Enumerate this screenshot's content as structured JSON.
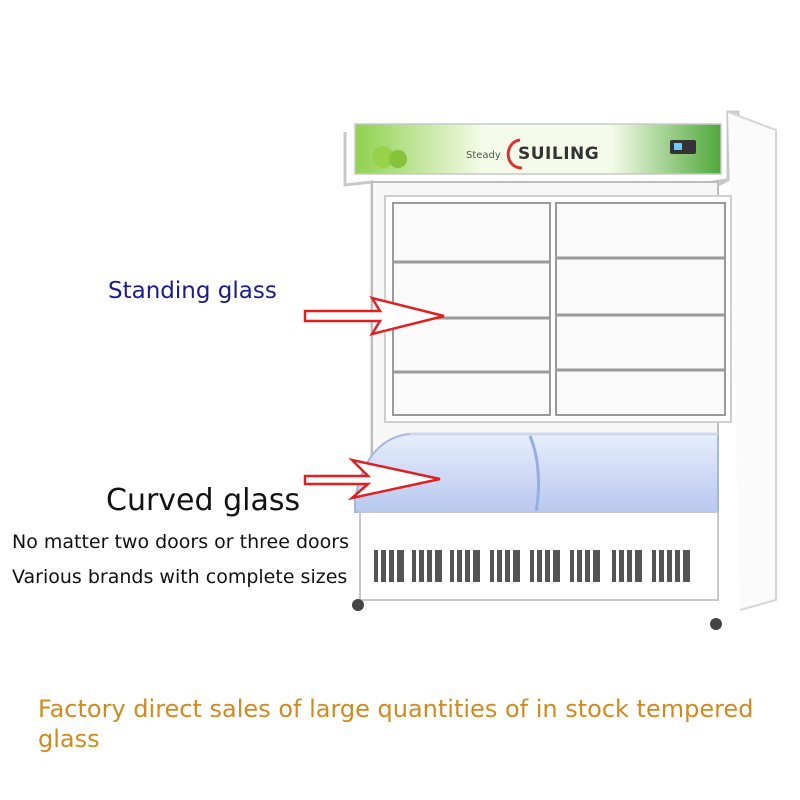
{
  "product": {
    "brand_prefix": "Steady",
    "brand_name": "SUILING"
  },
  "annotations": {
    "standing_glass": "Standing glass",
    "curved_glass": "Curved glass"
  },
  "captions": {
    "line1": "No matter two doors or three doors",
    "line2": "Various brands with complete sizes",
    "bottom": "Factory direct sales of large quantities of in stock tempered glass"
  },
  "colors": {
    "standing_label": "#1a1a8c",
    "bottom_caption": "#d08a1e",
    "arrow": "#e02020",
    "header_green": "#7cc242"
  }
}
